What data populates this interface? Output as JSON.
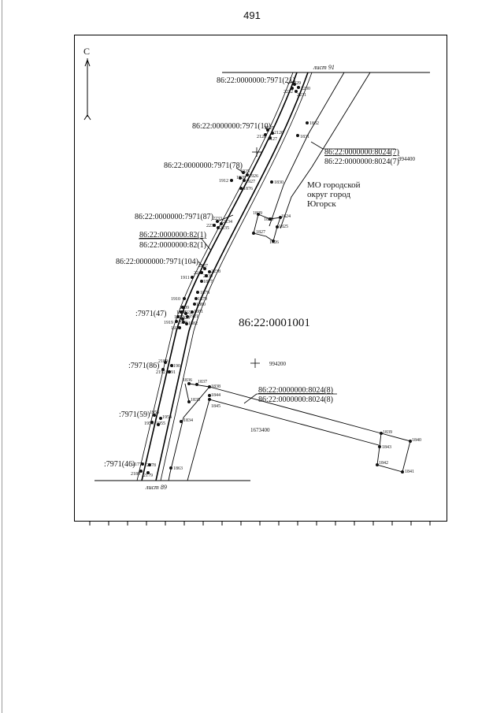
{
  "page_number": "491",
  "north_label": "С",
  "sheet_top": "лист 91",
  "sheet_bottom": "лист 89",
  "quarter_label": "86:22:0001001",
  "municipality": [
    "МО городской",
    "округ город",
    "Югорск"
  ],
  "coord_labels": {
    "north_y": "994400",
    "middle_y": "994200",
    "middle_x": "1673400"
  },
  "parcels": {
    "p7971_21": "86:22:0000000:7971(21)",
    "p7971_10": "86:22:0000000:7971(10)",
    "p7971_78": "86:22:0000000:7971(78)",
    "p7971_87": "86:22:0000000:7971(87)",
    "p82_1_top": "86:22:0000000:82(1)",
    "p82_1_bottom": "86:22:0000000:82(1)",
    "p7971_104": "86:22:0000000:7971(104)",
    "p7971_47": ":7971(47)",
    "p7971_86": ":7971(86)",
    "p7971_59": ":7971(59)",
    "p7971_46": ":7971(46)",
    "p8024_7_top": "86:22:0000000:8024(7)",
    "p8024_7_bottom": "86:22:0000000:8024(7)",
    "p8024_8_top": "86:22:0000000:8024(8)",
    "p8024_8_bottom": "86:22:0000000:8024(8)"
  },
  "points": {
    "n2229": "2229",
    "n2230": "2230",
    "n2232": "2232",
    "n2231": "2231",
    "n1832": "1832",
    "n2125": "2125",
    "n2126": "2126",
    "n2128": "2128",
    "n2127": "2127",
    "n1831": "1831",
    "n1925": "1925",
    "n1926": "1926",
    "n1928": "1928",
    "n1927": "1927",
    "n1912": "1912",
    "n1876": "1876",
    "n1830": "1830",
    "n2233": "2233",
    "n2234": "2234",
    "n2236": "2236",
    "n2235": "2235",
    "n1829": "1829",
    "n1828": "1828",
    "n1824": "1824",
    "n1825": "1825",
    "n1827": "1827",
    "n1826": "1826",
    "n2237": "2237",
    "n2238": "2238",
    "n2240": "2240",
    "n2239": "2239",
    "n1911": "1911",
    "n1877": "1877",
    "n1878": "1878",
    "n1879": "1879",
    "n1910": "1910",
    "n1880": "1880",
    "n1909": "1909",
    "n1881": "1881",
    "n1908": "1908",
    "n1922": "1922",
    "n1921": "1921",
    "n1907": "1907",
    "n1923": "1923",
    "n1919": "1919",
    "n1918": "1918",
    "n1882": "1882",
    "n1924": "1924",
    "n2189": "2189",
    "n2190": "2190",
    "n2192": "2192",
    "n2191": "2191",
    "n1836": "1836",
    "n1837": "1837",
    "n1838": "1838",
    "n1844": "1844",
    "n1835": "1835",
    "n1845": "1845",
    "n1953": "1953",
    "n1954": "1954",
    "n1956": "1956",
    "n1955": "1955",
    "n1834": "1834",
    "n1839": "1839",
    "n1840": "1840",
    "n1843": "1843",
    "n1842": "1842",
    "n1841": "1841",
    "n2177": "2177",
    "n2178": "2178",
    "n2180": "2180",
    "n2179": "2179",
    "n1863": "1863"
  }
}
